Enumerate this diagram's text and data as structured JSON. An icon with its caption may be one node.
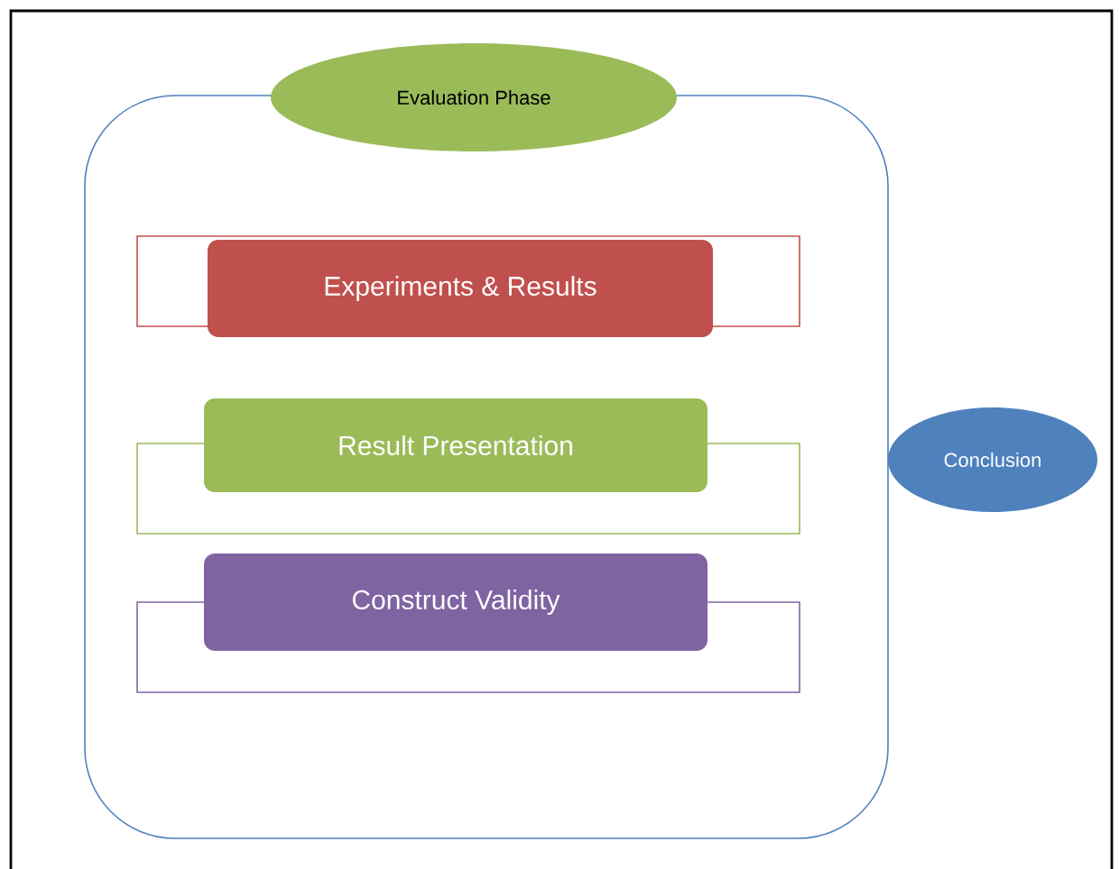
{
  "diagram": {
    "nodes": [
      {
        "text": [],
        "shape": "box"
      },
      {
        "text": [
          "Evaluation Phase"
        ]
      },
      {
        "text": [
          "Experiments & Results"
        ],
        "in": 0
      },
      {
        "text": [
          "Result Presentation"
        ],
        "in": 0
      },
      {
        "text": [
          "Construct Validity"
        ],
        "in": 0
      },
      {
        "text": [
          "Conclusion"
        ]
      }
    ]
  }
}
